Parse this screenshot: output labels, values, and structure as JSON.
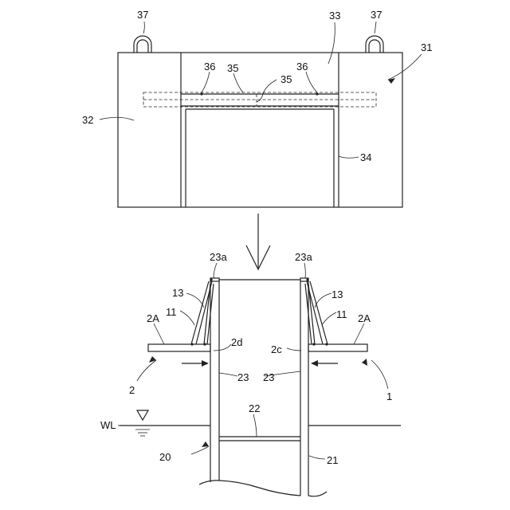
{
  "labels": {
    "l37_left": "37",
    "l37_right": "37",
    "l33": "33",
    "l31": "31",
    "l36_left": "36",
    "l35_top": "35",
    "l36_right": "36",
    "l35_dashed": "35",
    "l32": "32",
    "l34": "34",
    "l23a_left": "23a",
    "l23a_right": "23a",
    "l13_left": "13",
    "l13_right": "13",
    "l11_left": "11",
    "l11_right": "11",
    "l2A_left": "2A",
    "l2A_right": "2A",
    "l2d": "2d",
    "l2c": "2c",
    "l23_left": "23",
    "l23_right": "23",
    "l2": "2",
    "l1": "1",
    "l22": "22",
    "lWL": "WL",
    "l20": "20",
    "l21": "21"
  }
}
